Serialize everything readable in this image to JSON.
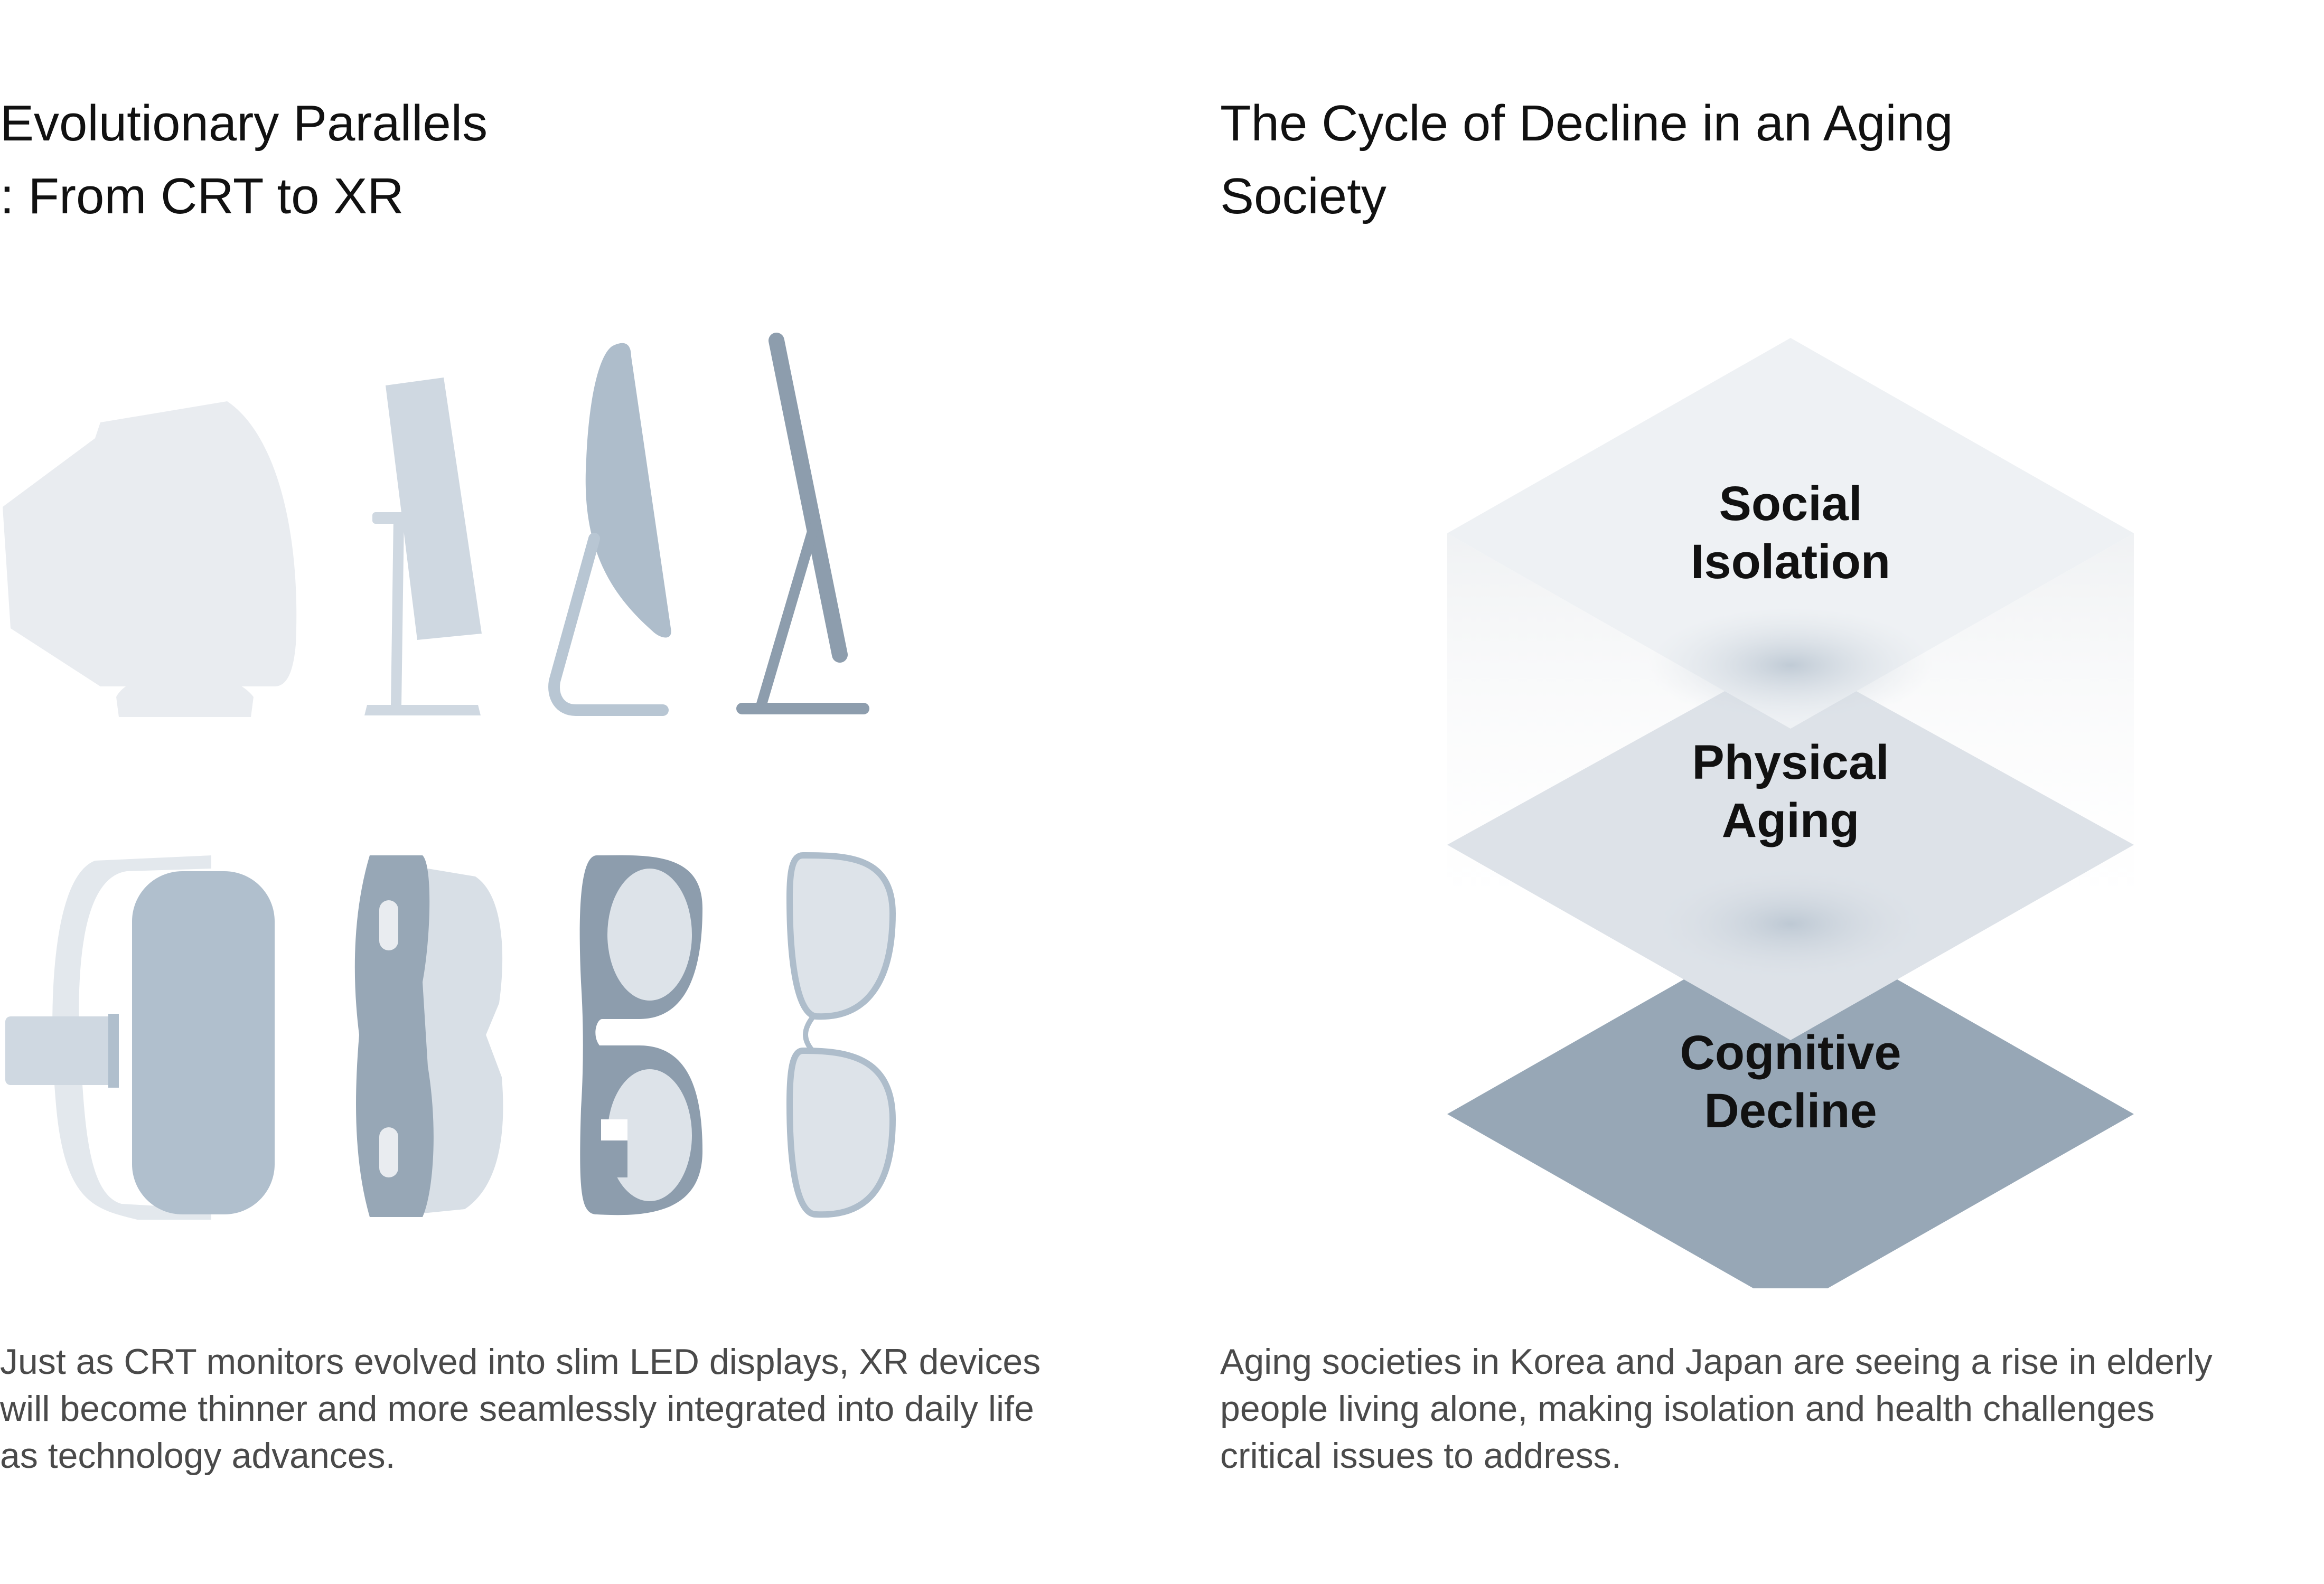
{
  "left": {
    "title_lines": [
      "Evolutionary Parallels",
      ": From CRT to XR"
    ],
    "caption_lines": [
      "Just as CRT monitors evolved into slim LED displays, XR devices",
      "will become thinner and more seamlessly integrated into daily life",
      "as technology advances."
    ]
  },
  "right": {
    "title_lines": [
      "The Cycle of Decline in an Aging",
      "Society"
    ],
    "caption_lines": [
      "Aging societies in Korea and Japan are seeing a rise in elderly",
      "people living alone, making isolation and health challenges",
      "critical issues to address."
    ],
    "layers": [
      {
        "line1": "Social",
        "line2": "Isolation",
        "color": "#eef1f4"
      },
      {
        "line1": "Physical",
        "line2": "Aging",
        "color": "#dde2e8"
      },
      {
        "line1": "Cognitive",
        "line2": "Decline",
        "color": "#97a7b6"
      }
    ]
  },
  "colors": {
    "lightest": "#e9ecf0",
    "light": "#cfd8e1",
    "mid": "#aebdcb",
    "dark": "#8d9dad"
  }
}
